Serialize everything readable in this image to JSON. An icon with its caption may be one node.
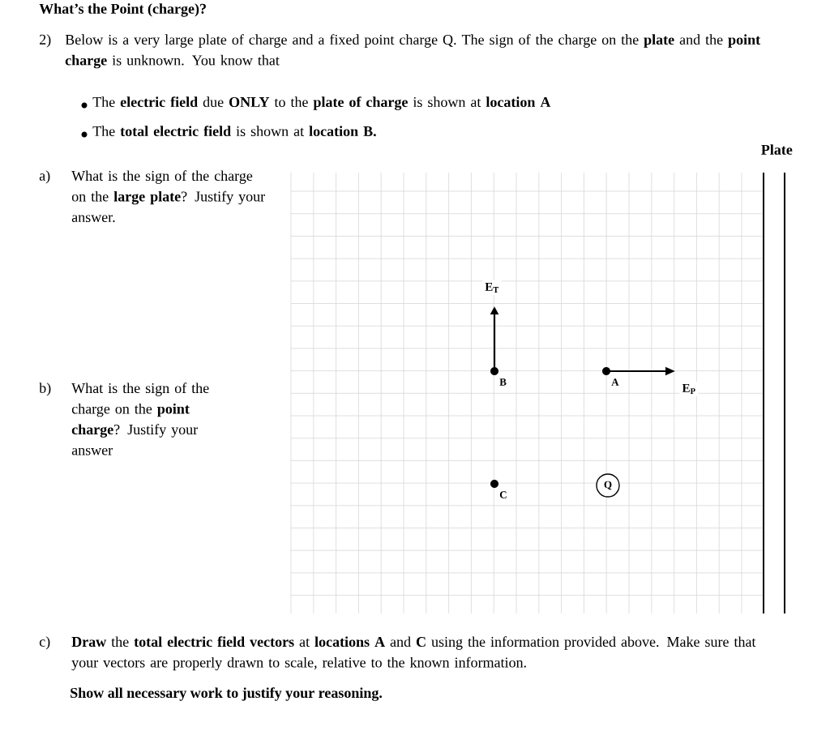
{
  "diagram": {
    "title": "What’s the Point (charge)?",
    "nodes": [
      {
        "text": [],
        "shape": "circle",
        "beside": [
          "B"
        ]
      },
      {
        "text": [],
        "shape": "circle",
        "beside": [
          "A"
        ]
      },
      {
        "text": [],
        "shape": "circle",
        "beside": [
          "C"
        ]
      },
      {
        "text": [
          "Q"
        ]
      }
    ],
    "labels": [
      "2)",
      "Below is a very large plate of charge and a fixed point charge Q.  The sign of the charge on the **plate** and the **point charge** is unknown.  You know that",
      "The **electric field** due **ONLY** to the **plate of charge** is shown at **location A**",
      "The **total electric field** is shown at **location B.**",
      "Plate",
      "a)",
      "What is the sign of the charge on the **large plate**? Justify your answer.",
      "b)",
      "What is the sign of the charge on the **point charge**? Justify your answer",
      "E$_{T}$",
      "E$_{P}$",
      "c)",
      "**Draw** the **total electric field vectors** at **locations A** and **C** using the information provided above. Make sure that your vectors are properly drawn to scale, relative to the known information.",
      "Show all necessary work to justify your reasoning."
    ]
  }
}
